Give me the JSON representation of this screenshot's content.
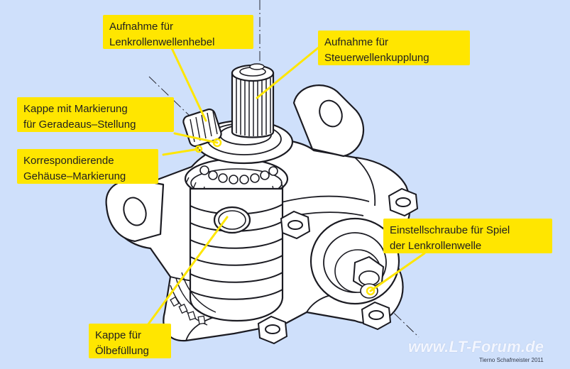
{
  "theme": {
    "background": "#cfe0fb",
    "callout_fill": "#ffe600",
    "leader_color": "#ffe600",
    "line_color": "#1b1b22"
  },
  "callouts": {
    "lenkrollenwellenhebel": {
      "line1": "Aufnahme für",
      "line2": "Lenkrollenwellenhebel"
    },
    "steuerwellenkupplung": {
      "line1": "Aufnahme für",
      "line2": "Steuerwellenkupplung"
    },
    "kappe_markierung": {
      "line1": "Kappe mit Markierung",
      "line2": "für Geradeaus–Stellung"
    },
    "gehaeuse_markierung": {
      "line1": "Korrespondierende",
      "line2": "Gehäuse–Markierung"
    },
    "einstellschraube": {
      "line1": "Einstellschraube für Spiel",
      "line2": "der Lenkrollenwelle"
    },
    "oelbefuellung": {
      "line1": "Kappe für",
      "line2": "Ölbefüllung"
    }
  },
  "watermark": "www.LT-Forum.de",
  "credit": "Tierno Schafmeister 2011"
}
